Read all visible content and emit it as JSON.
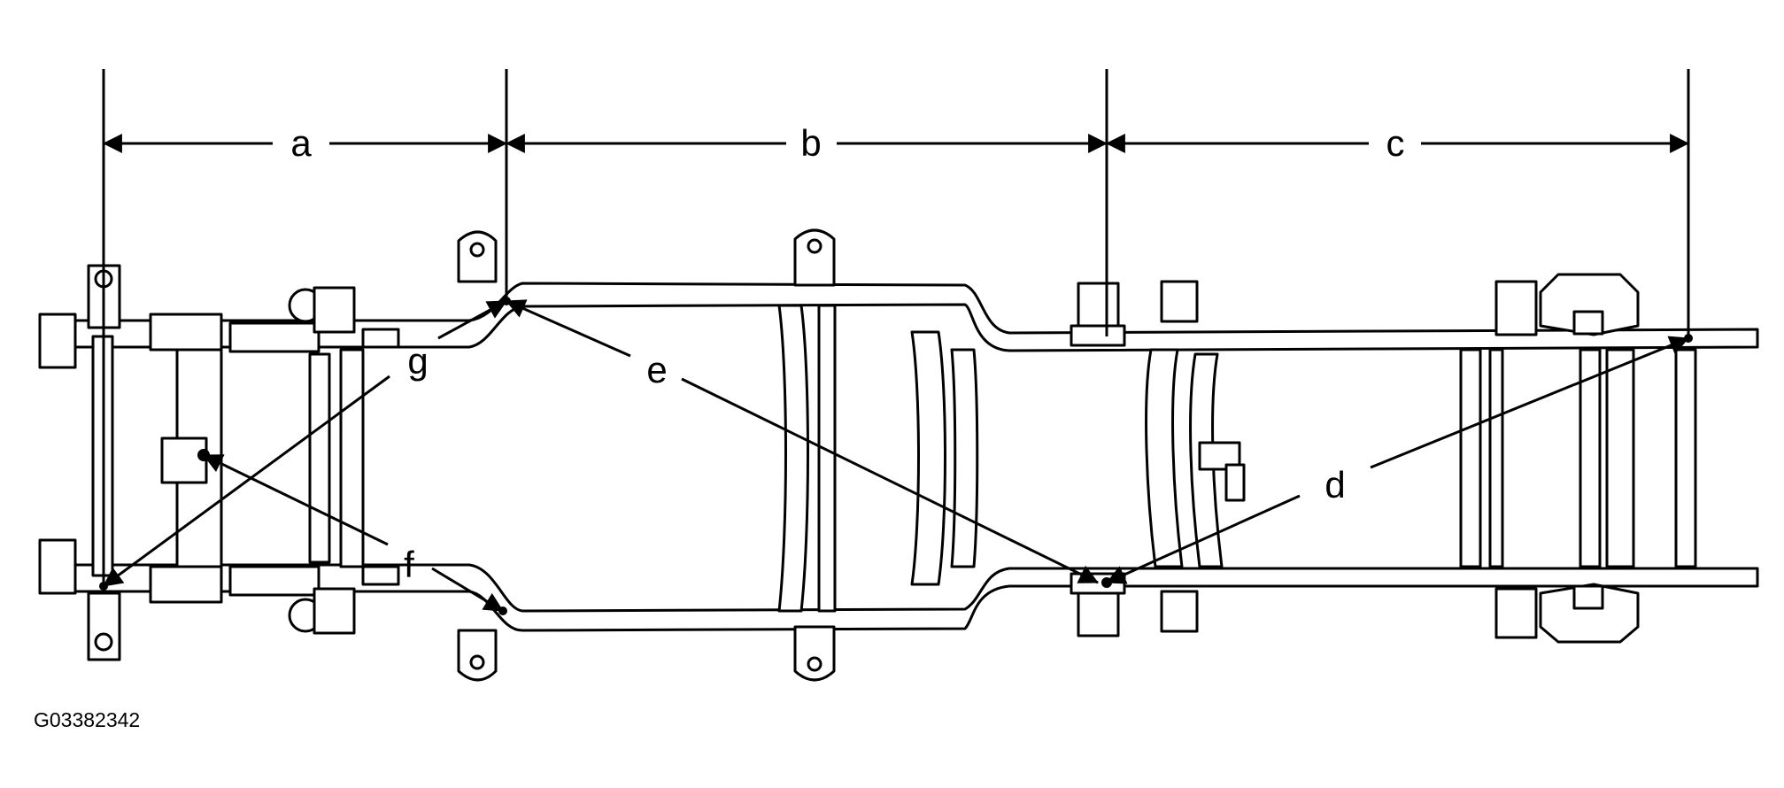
{
  "diagram": {
    "labels": {
      "a": "a",
      "b": "b",
      "c": "c",
      "d": "d",
      "e": "e",
      "f": "f",
      "g": "g"
    },
    "figure_code": "G03382342",
    "colors": {
      "ink": "#000000",
      "paper": "#ffffff"
    }
  }
}
